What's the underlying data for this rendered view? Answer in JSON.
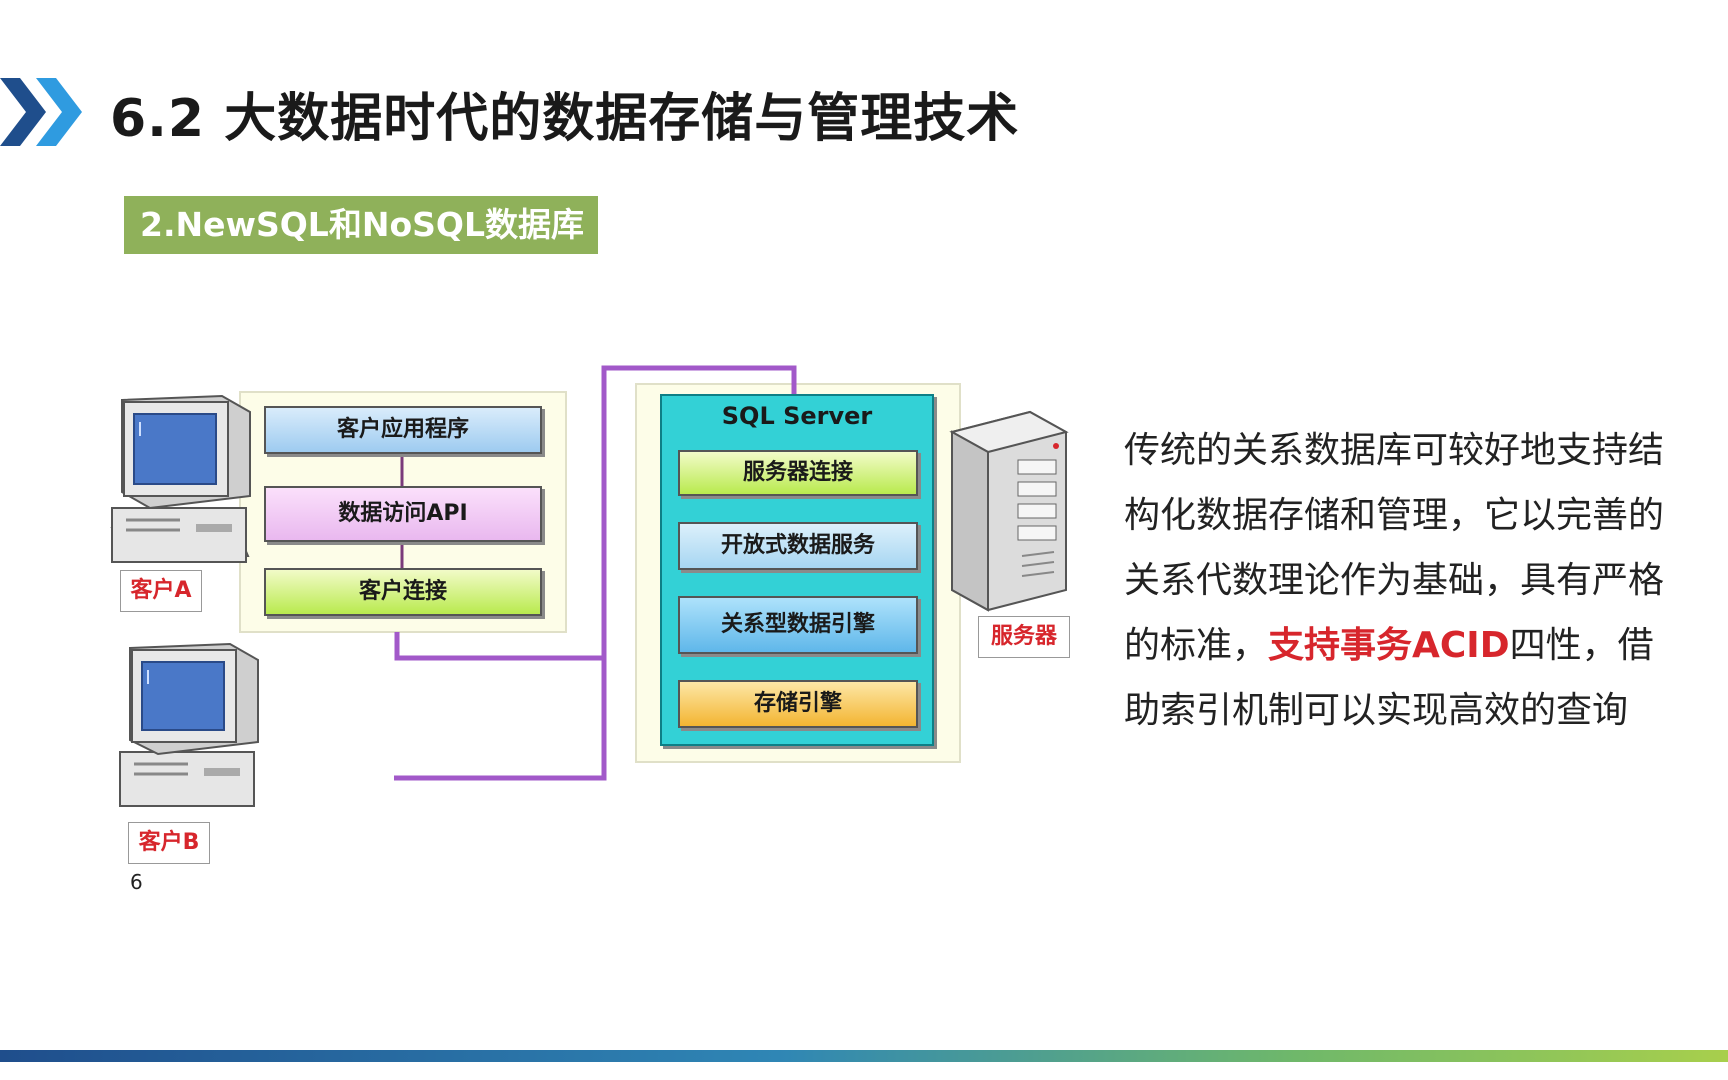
{
  "header": {
    "title": "6.2 大数据时代的数据存储与管理技术",
    "subtitle": "2.NewSQL和NoSQL数据库"
  },
  "diagram": {
    "client_stack": {
      "app": "客户应用程序",
      "api": "数据访问API",
      "conn": "客户连接"
    },
    "server_stack": {
      "title": "SQL Server",
      "conn": "服务器连接",
      "open_data": "开放式数据服务",
      "engine": "关系型数据引擎",
      "storage": "存储引擎"
    },
    "labels": {
      "client_a": "客户A",
      "client_b": "客户B",
      "server": "服务器"
    },
    "page_number": "6"
  },
  "description": {
    "before": "传统的关系数据库可较好地支持结构化数据存储和管理，它以完善的关系代数理论作为基础，具有严格的标准，",
    "highlight": "支持事务ACID",
    "after": "四性，借助索引机制可以实现高效的查询"
  },
  "colors": {
    "accent_red": "#d7262c",
    "subtitle_green": "#8fb15a",
    "server_cyan": "#33d1d6",
    "line_purple": "#a259c9"
  }
}
